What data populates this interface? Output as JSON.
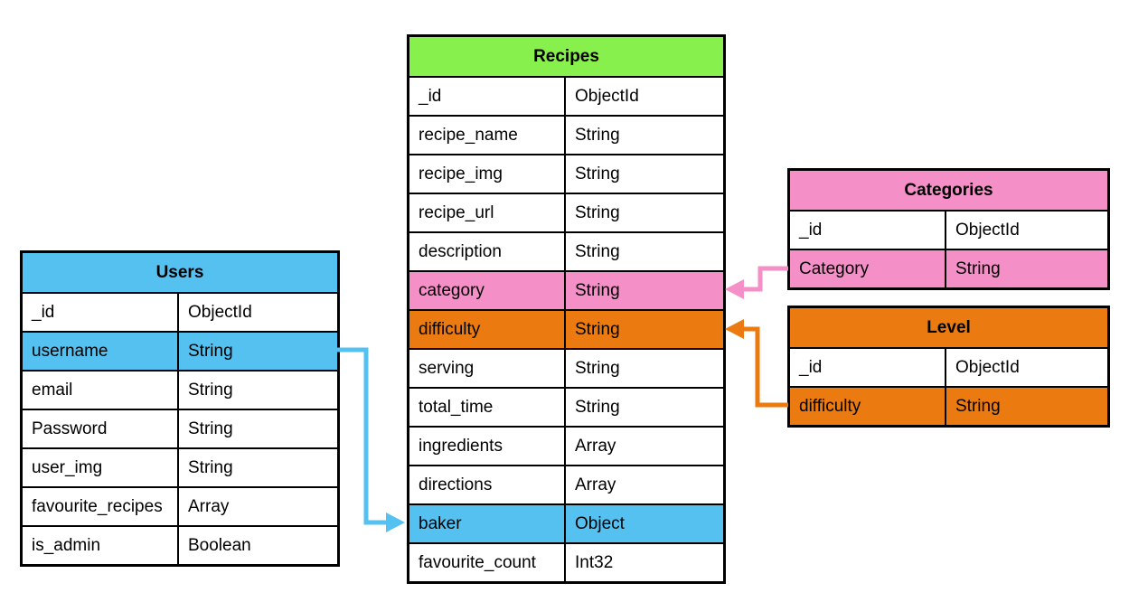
{
  "colors": {
    "green": "#87F04C",
    "blue": "#55C1F0",
    "pink": "#F48FC7",
    "orange": "#EB7A11",
    "table_border": "#000000",
    "text": "#000000",
    "background": "#FFFFFF"
  },
  "tables": {
    "recipes": {
      "title": "Recipes",
      "header_color": "green",
      "rows": [
        {
          "field": "_id",
          "type": "ObjectId",
          "highlight": ""
        },
        {
          "field": "recipe_name",
          "type": "String",
          "highlight": ""
        },
        {
          "field": "recipe_img",
          "type": "String",
          "highlight": ""
        },
        {
          "field": "recipe_url",
          "type": "String",
          "highlight": ""
        },
        {
          "field": "description",
          "type": "String",
          "highlight": ""
        },
        {
          "field": "category",
          "type": "String",
          "highlight": "pink"
        },
        {
          "field": "difficulty",
          "type": "String",
          "highlight": "orange"
        },
        {
          "field": "serving",
          "type": "String",
          "highlight": ""
        },
        {
          "field": "total_time",
          "type": "String",
          "highlight": ""
        },
        {
          "field": "ingredients",
          "type": "Array",
          "highlight": ""
        },
        {
          "field": "directions",
          "type": "Array",
          "highlight": ""
        },
        {
          "field": "baker",
          "type": "Object",
          "highlight": "blue"
        },
        {
          "field": "favourite_count",
          "type": "Int32",
          "highlight": ""
        }
      ]
    },
    "users": {
      "title": "Users",
      "header_color": "blue",
      "rows": [
        {
          "field": "_id",
          "type": "ObjectId",
          "highlight": ""
        },
        {
          "field": "username",
          "type": "String",
          "highlight": "blue"
        },
        {
          "field": "email",
          "type": "String",
          "highlight": ""
        },
        {
          "field": "Password",
          "type": "String",
          "highlight": ""
        },
        {
          "field": "user_img",
          "type": "String",
          "highlight": ""
        },
        {
          "field": "favourite_recipes",
          "type": "Array",
          "highlight": ""
        },
        {
          "field": "is_admin",
          "type": "Boolean",
          "highlight": ""
        }
      ]
    },
    "categories": {
      "title": "Categories",
      "header_color": "pink",
      "rows": [
        {
          "field": "_id",
          "type": "ObjectId",
          "highlight": ""
        },
        {
          "field": "Category",
          "type": "String",
          "highlight": "pink"
        }
      ]
    },
    "level": {
      "title": "Level",
      "header_color": "orange",
      "rows": [
        {
          "field": "_id",
          "type": "ObjectId",
          "highlight": ""
        },
        {
          "field": "difficulty",
          "type": "String",
          "highlight": "orange"
        }
      ]
    }
  },
  "relationships": [
    {
      "from": "Users.username",
      "to": "Recipes.baker",
      "color": "blue"
    },
    {
      "from": "Categories.Category",
      "to": "Recipes.category",
      "color": "pink"
    },
    {
      "from": "Level.difficulty",
      "to": "Recipes.difficulty",
      "color": "orange"
    }
  ]
}
